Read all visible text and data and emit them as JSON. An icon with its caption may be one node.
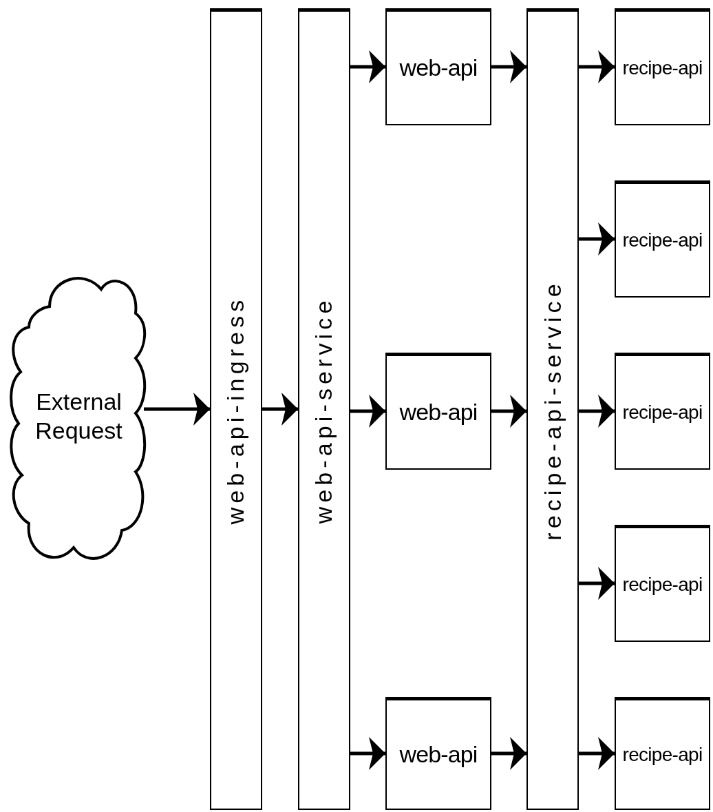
{
  "diagram": {
    "nodes": [
      {
        "text": [
          "External Request"
        ]
      },
      {
        "text": [
          "web-api-ingress"
        ]
      },
      {
        "text": [
          "web-api-service"
        ]
      },
      {
        "text": [
          "web-api"
        ]
      },
      {
        "text": [
          "web-api"
        ]
      },
      {
        "text": [
          "web-api"
        ]
      },
      {
        "text": [
          "recipe-api-service"
        ]
      },
      {
        "text": [
          "recipe-api"
        ]
      },
      {
        "text": [
          "recipe-api"
        ]
      },
      {
        "text": [
          "recipe-api"
        ]
      },
      {
        "text": [
          "recipe-api"
        ]
      },
      {
        "text": [
          "recipe-api"
        ]
      }
    ],
    "edges": [
      {
        "from": 0,
        "to": 1,
        "arrow": "to"
      },
      {
        "from": 1,
        "to": 2,
        "arrow": "to"
      },
      {
        "from": 2,
        "to": 3,
        "arrow": "to"
      },
      {
        "from": 2,
        "to": 4,
        "arrow": "to"
      },
      {
        "from": 2,
        "to": 5,
        "arrow": "to"
      },
      {
        "from": 3,
        "to": 6,
        "arrow": "to"
      },
      {
        "from": 4,
        "to": 6,
        "arrow": "to"
      },
      {
        "from": 5,
        "to": 6,
        "arrow": "to"
      },
      {
        "from": 6,
        "to": 7,
        "arrow": "to"
      },
      {
        "from": 6,
        "to": 8,
        "arrow": "to"
      },
      {
        "from": 6,
        "to": 9,
        "arrow": "to"
      },
      {
        "from": 6,
        "to": 10,
        "arrow": "to"
      },
      {
        "from": 6,
        "to": 11,
        "arrow": "to"
      }
    ]
  }
}
